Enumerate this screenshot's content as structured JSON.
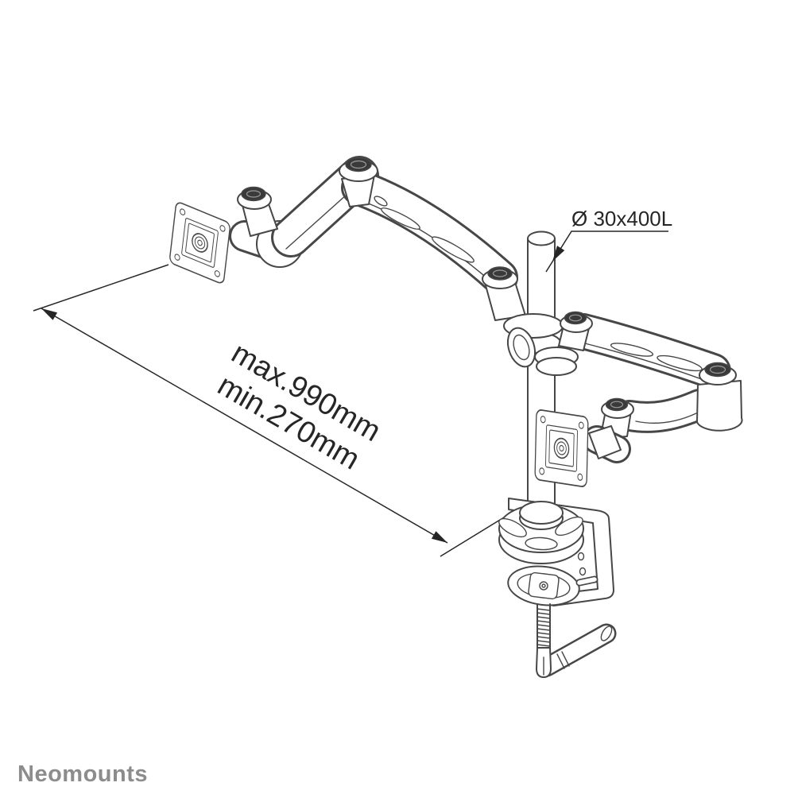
{
  "colors": {
    "line": "#474747",
    "cap": "#3a3a3a",
    "text": "#262626",
    "brand": "#8c8c8c",
    "bg": "#ffffff"
  },
  "annotations": {
    "pole_label": "Ø 30x400L",
    "reach_max": "max.990mm",
    "reach_min": "min.270mm"
  },
  "brand": {
    "name": "Neomounts"
  }
}
